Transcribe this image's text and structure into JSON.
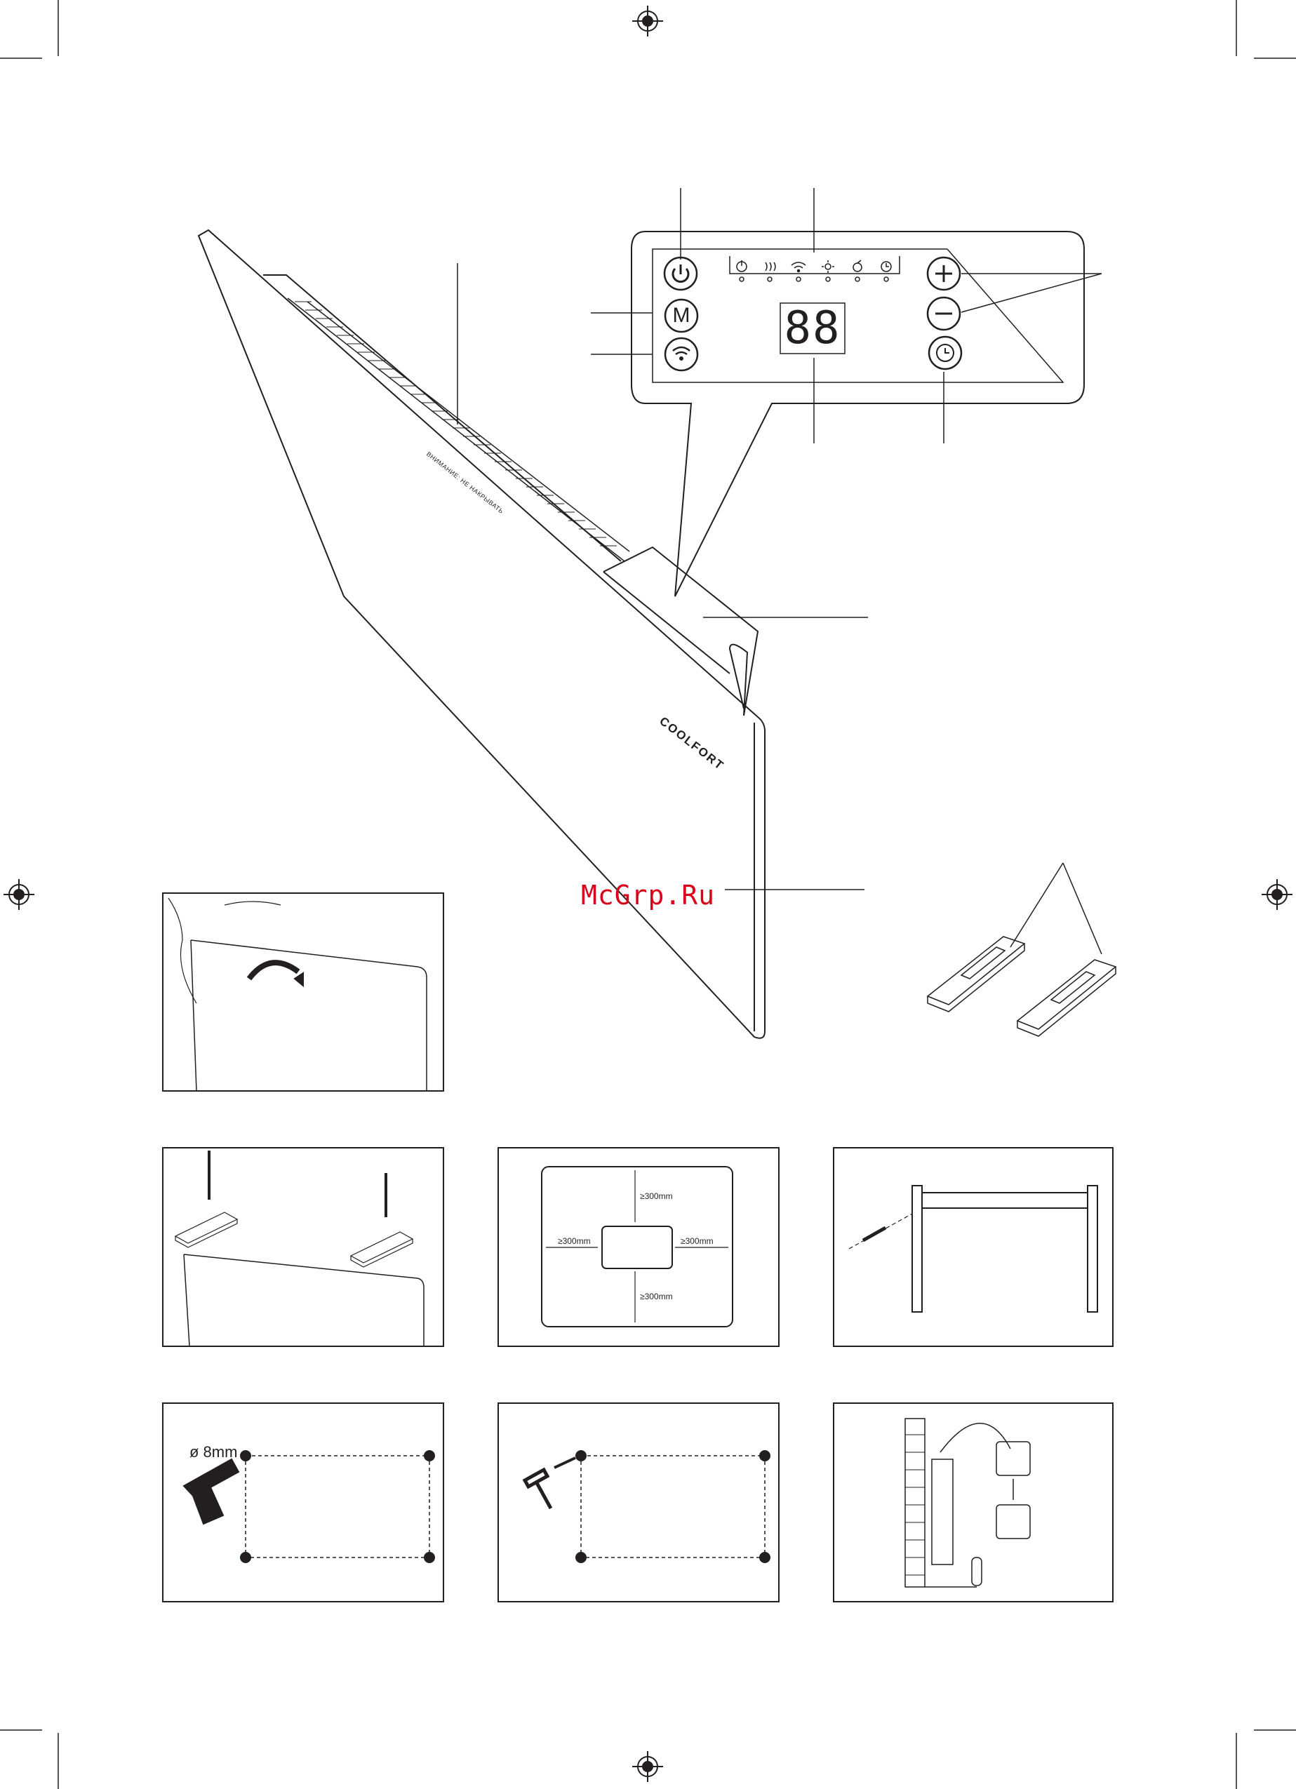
{
  "brand": "COOLFORT",
  "warning": "ВНИМАНИЕ: НЕ НАКРЫВАТЬ",
  "watermark": "McGrp.Ru",
  "control_panel": {
    "display": "88",
    "mode_button": "M",
    "indicators": [
      "power-icon",
      "heat-icon",
      "wifi-icon",
      "sun-icon",
      "eco-icon",
      "timer-icon"
    ],
    "buttons": [
      "power-icon",
      "mode-button",
      "wifi-icon",
      "plus-icon",
      "minus-icon",
      "clock-icon"
    ]
  },
  "clearance": {
    "top": "≥300mm",
    "left": "≥300mm",
    "right": "≥300mm",
    "bottom": "≥300mm"
  },
  "drill": {
    "diameter": "ø 8mm"
  }
}
